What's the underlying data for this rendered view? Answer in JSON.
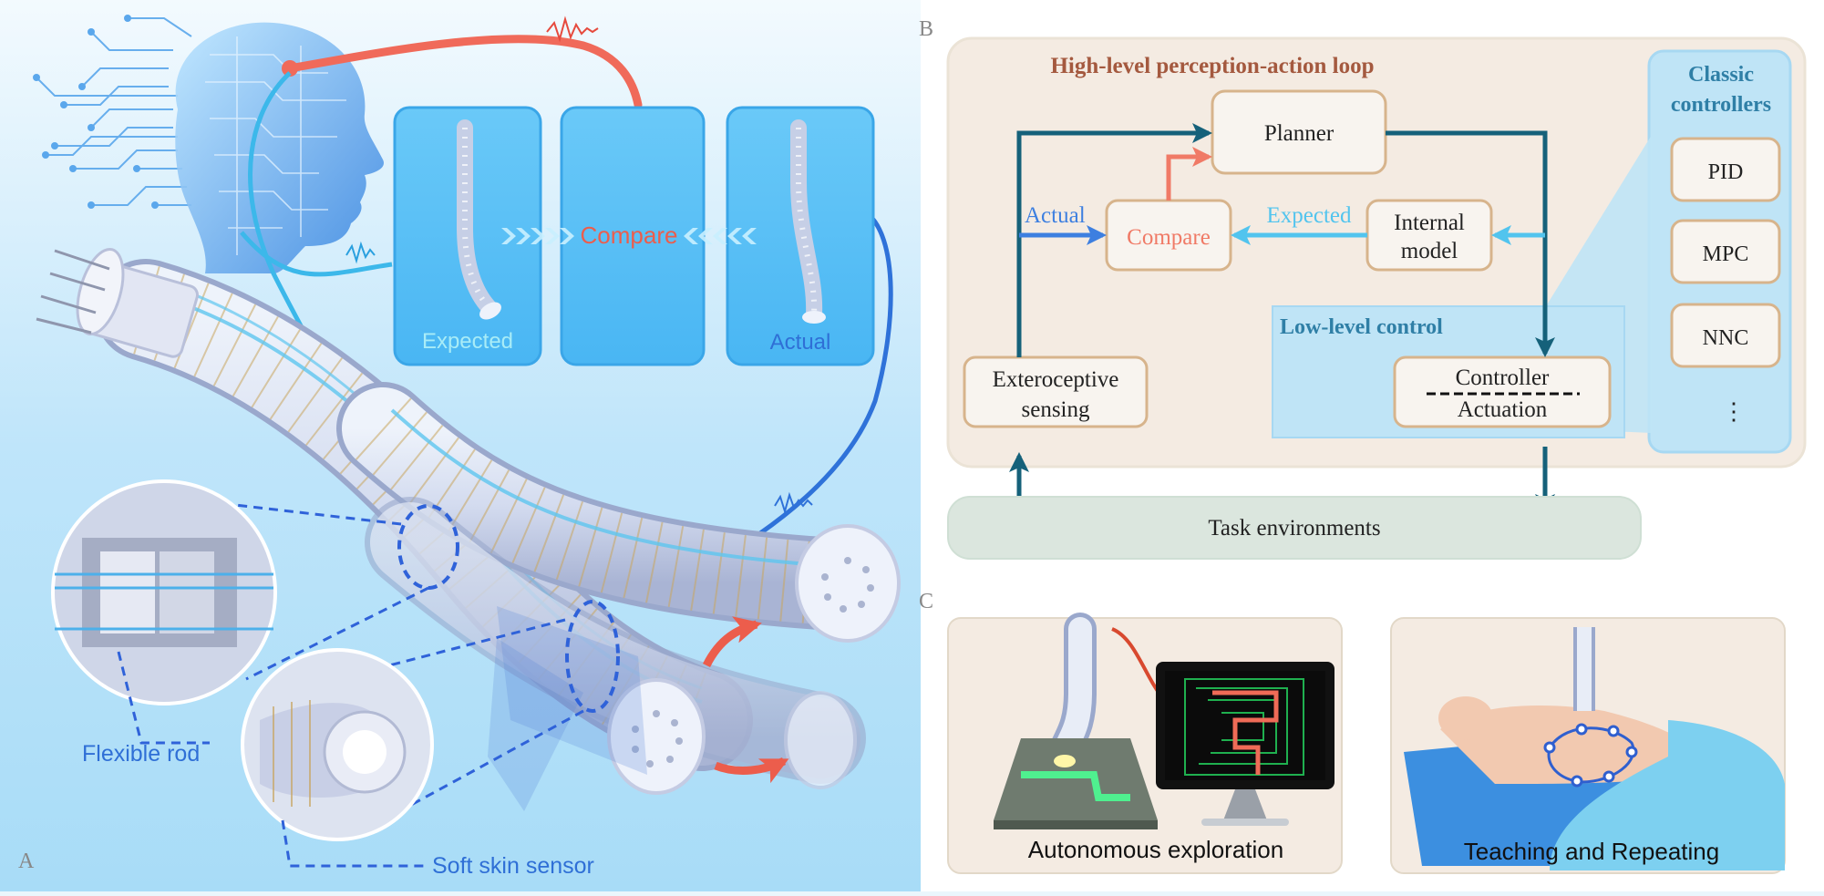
{
  "panel_letters": {
    "a": "A",
    "b": "B",
    "c": "C"
  },
  "panel_a": {
    "expected_label": "Expected",
    "compare_label": "Compare",
    "actual_label": "Actual",
    "flexible_rod_label": "Flexible rod",
    "soft_skin_label": "Soft skin sensor"
  },
  "panel_b": {
    "loop_title": "High-level perception-action loop",
    "planner": "Planner",
    "actual": "Actual",
    "expected": "Expected",
    "compare": "Compare",
    "internal_model_line1": "Internal",
    "internal_model_line2": "model",
    "low_level_title": "Low-level control",
    "exteroceptive_line1": "Exteroceptive",
    "exteroceptive_line2": "sensing",
    "controller": "Controller",
    "actuation": "Actuation",
    "classic_line1": "Classic",
    "classic_line2": "controllers",
    "pid": "PID",
    "mpc": "MPC",
    "nnc": "NNC",
    "ellipsis": "⋮",
    "task_env": "Task environments"
  },
  "panel_c": {
    "autonomous": "Autonomous exploration",
    "teaching": "Teaching and Repeating"
  },
  "colors": {
    "dark_arrow": "#15617a",
    "compare_text": "#f07a66",
    "expected_blue": "#52c4ee",
    "actual_blue": "#3d7fe0",
    "loop_title": "#a4593f",
    "node_border": "#d7b48c",
    "loop_bg": "#f4ebe2",
    "low_bg": "#bfe4f6"
  }
}
